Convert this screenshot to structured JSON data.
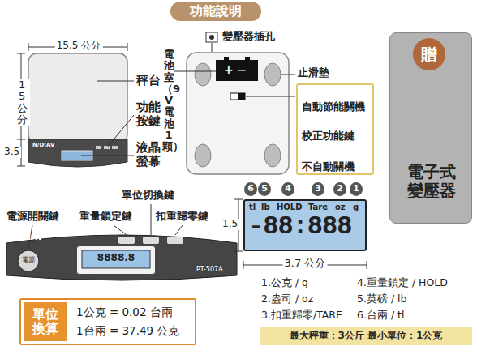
{
  "diagram": {
    "title": "功能說明",
    "nodes": [
      {
        "text": [
          "自動節能關機",
          "校正功能鍵",
          "不自動關機"
        ]
      },
      {
        "text": [
          "電子式變壓器"
        ]
      },
      {
        "text": [
          "贈"
        ],
        "in": 1
      },
      {
        "text": [
          "6"
        ]
      },
      {
        "text": [
          "5"
        ]
      },
      {
        "text": [
          "4"
        ]
      },
      {
        "text": [
          "3"
        ]
      },
      {
        "text": [
          "2"
        ]
      },
      {
        "text": [
          "1"
        ]
      },
      {
        "text": [
          "tl",
          "lb",
          "HOLD",
          "Tare",
          "oz",
          "g",
          "-88:888"
        ]
      },
      {
        "text": [
          "最大秤重：3公斤 最小單位：1公克"
        ]
      },
      {
        "text": [
          "1公克 = 0.02 台兩",
          "1台兩 = 37.49 公克"
        ]
      },
      {
        "text": [
          "單位換算"
        ],
        "in": 11
      }
    ],
    "labels": [
      "15.5 公分",
      "15 公分",
      "3.5",
      "秤台",
      "功能按鍵",
      "液晶螢幕",
      "N/D:AV",
      "變壓器插孔",
      "電池室（9V電池1顆）",
      "+ −",
      "止滑墊",
      "單位切換鍵",
      "電源開關鍵",
      "重量鎖定鍵",
      "扣重歸零鍵",
      "N/D:AV",
      "電源",
      "8888.8",
      "PT-507A",
      "1.5",
      "3.7 公分",
      "1.公克 / g",
      "2.盎司 / oz",
      "3.扣重歸零/TARE",
      "4.重量鎖定 / HOLD",
      "5.英磅 / lb",
      "6.台兩 / tl"
    ]
  }
}
